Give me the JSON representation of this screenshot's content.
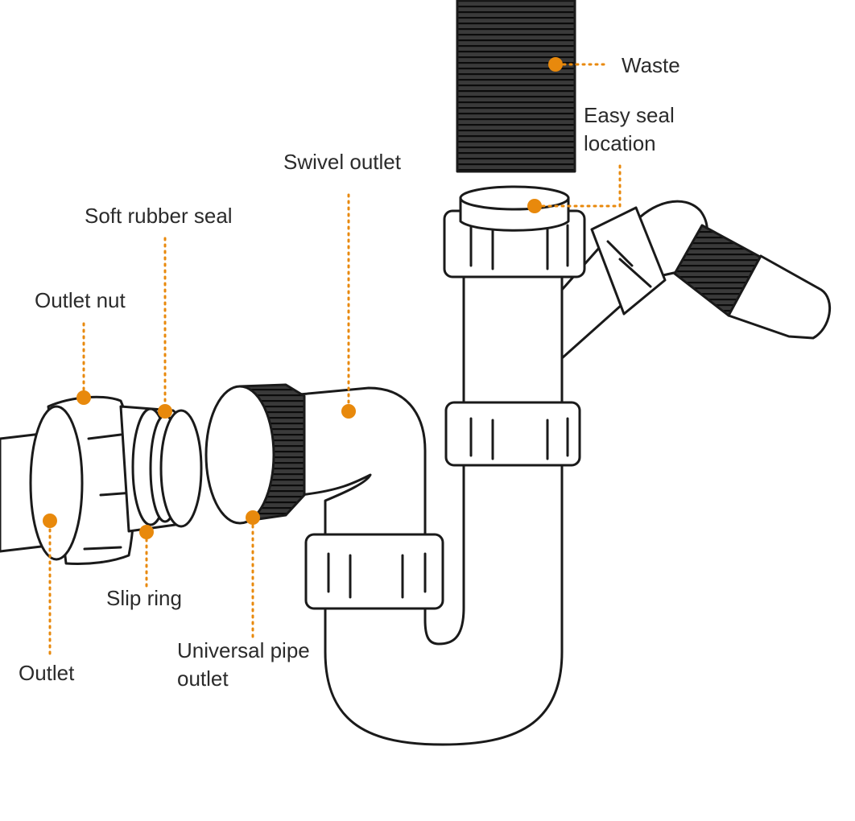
{
  "labels": {
    "waste": "Waste",
    "easy_seal_line1": "Easy seal",
    "easy_seal_line2": "location",
    "swivel_outlet": "Swivel outlet",
    "soft_rubber_seal": "Soft rubber seal",
    "outlet_nut": "Outlet nut",
    "slip_ring": "Slip ring",
    "universal_pipe_line1": "Universal pipe",
    "universal_pipe_line2": "outlet",
    "outlet": "Outlet"
  },
  "colors": {
    "accent": "#E8890C",
    "line": "#1a1a1a",
    "text": "#2b2b2b",
    "background": "#ffffff"
  }
}
